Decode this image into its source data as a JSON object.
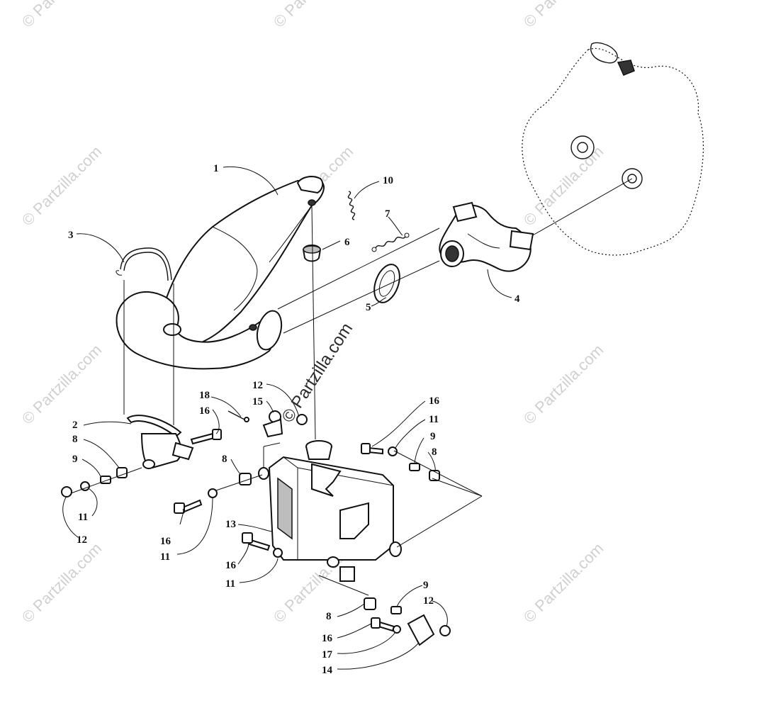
{
  "watermark": {
    "main": "© Partzilla.com",
    "tile": "© Partzilla.com"
  },
  "callouts": {
    "c1": "1",
    "c2": "2",
    "c3": "3",
    "c4": "4",
    "c5": "5",
    "c6": "6",
    "c7": "7",
    "c8a": "8",
    "c8b": "8",
    "c8c": "8",
    "c8d": "8",
    "c9a": "9",
    "c9b": "9",
    "c9c": "9",
    "c10": "10",
    "c11a": "11",
    "c11b": "11",
    "c11c": "11",
    "c11d": "11",
    "c12a": "12",
    "c12b": "12",
    "c12c": "12",
    "c13": "13",
    "c14": "14",
    "c15": "15",
    "c16a": "16",
    "c16b": "16",
    "c16c": "16",
    "c16d": "16",
    "c16e": "16",
    "c17": "17",
    "c18": "18"
  }
}
